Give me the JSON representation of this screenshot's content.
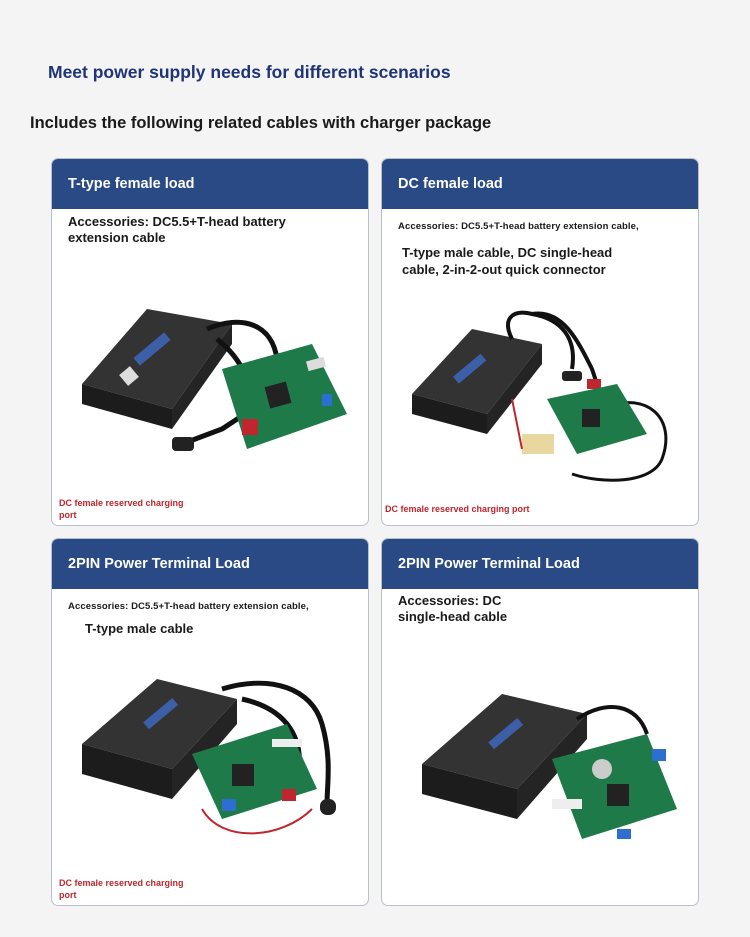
{
  "headline": "Meet power supply needs for different scenarios",
  "subhead": "Includes the following related cables with charger package",
  "cards": [
    {
      "title": "T-type female load",
      "accessories": "Accessories: DC5.5+T-head battery",
      "accessories_2": "extension cable",
      "note": "DC female reserved charging",
      "note_2": "port"
    },
    {
      "title": "DC female load",
      "accessories": "Accessories: DC5.5+T-head battery extension cable,",
      "accessories_2": "T-type male cable, DC single-head",
      "accessories_3": "cable, 2-in-2-out quick connector",
      "note": "DC female reserved charging port"
    },
    {
      "title": "2PIN Power Terminal Load",
      "accessories": "Accessories: DC5.5+T-head battery extension cable,",
      "accessories_2": "T-type male cable",
      "note": "DC female reserved charging",
      "note_2": "port"
    },
    {
      "title": "2PIN Power Terminal Load",
      "accessories": "Accessories: DC",
      "accessories_2": "single-head cable"
    }
  ],
  "colors": {
    "header_bg": "#294a85",
    "headline": "#1f3577",
    "note_red": "#c0262d",
    "pcb_green": "#1f7a4a",
    "battery": "#2a2a2a"
  }
}
